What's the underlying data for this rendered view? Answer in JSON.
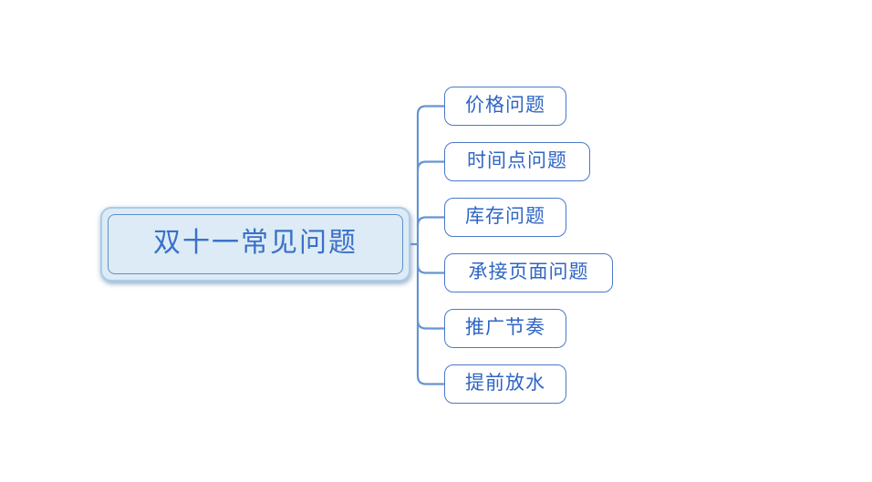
{
  "root": {
    "label": "双十一常见问题"
  },
  "children": [
    {
      "label": "价格问题"
    },
    {
      "label": "时间点问题"
    },
    {
      "label": "库存问题"
    },
    {
      "label": "承接页面问题"
    },
    {
      "label": "推广节奏"
    },
    {
      "label": "提前放水"
    }
  ],
  "colors": {
    "canvas_background": "#ffffff",
    "root_fill": "#dcebf5",
    "root_inner_border": "#5b91c9",
    "root_outer_border": "#aecbe3",
    "root_text": "#3a70c8",
    "branch_border": "#4a79c9",
    "branch_fill": "#ffffff",
    "branch_text": "#2f65c4",
    "connector_line": "#6595d2"
  }
}
